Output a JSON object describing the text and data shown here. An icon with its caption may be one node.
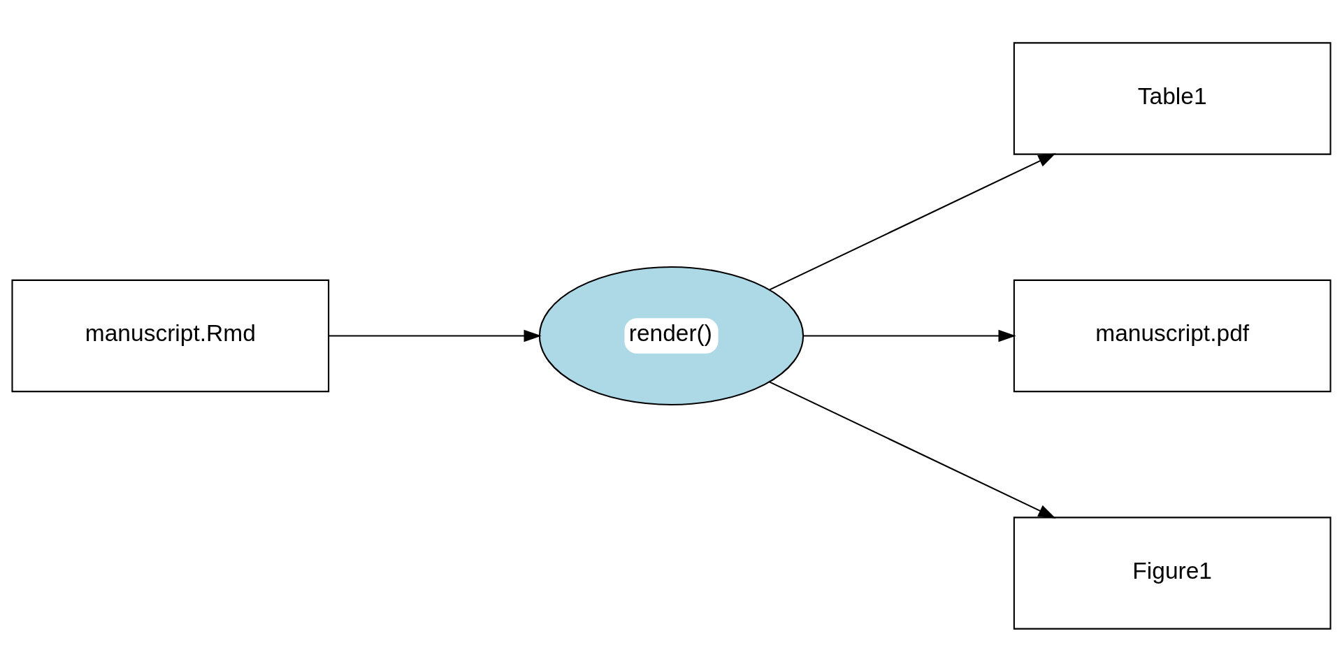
{
  "diagram": {
    "nodes": [
      {
        "text": [
          "manuscript.Rmd"
        ]
      },
      {
        "text": [
          "render()"
        ]
      },
      {
        "text": [
          "Table1"
        ]
      },
      {
        "text": [
          "manuscript.pdf"
        ]
      },
      {
        "text": [
          "Figure1"
        ]
      }
    ],
    "edges": [
      {
        "from": 0,
        "to": 1,
        "arrow": "to"
      },
      {
        "from": 1,
        "to": 2,
        "arrow": "to"
      },
      {
        "from": 1,
        "to": 3,
        "arrow": "to"
      },
      {
        "from": 1,
        "to": 4,
        "arrow": "to"
      }
    ]
  }
}
